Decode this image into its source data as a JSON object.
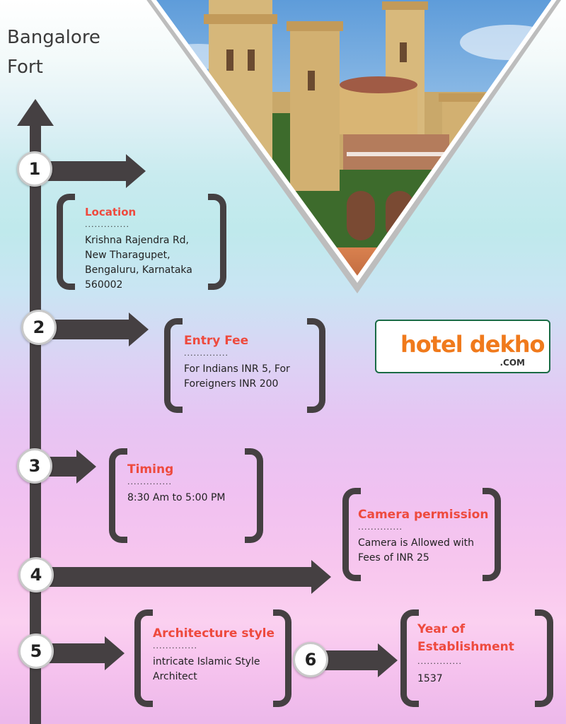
{
  "title": "Bangalore Fort",
  "steps": [
    {
      "num": "1",
      "title": "Location",
      "dots": "..............",
      "text": "Krishna Rajendra Rd, New Tharagupet, Bengaluru, Karnataka 560002"
    },
    {
      "num": "2",
      "title": "Entry Fee",
      "dots": "..............",
      "text": "For Indians INR 5, For Foreigners INR 200"
    },
    {
      "num": "3",
      "title": "Timing",
      "dots": "..............",
      "text": "8:30 Am to 5:00 PM"
    },
    {
      "num": "4",
      "title": "Camera permission",
      "dots": "..............",
      "text": "Camera is Allowed with Fees of INR 25"
    },
    {
      "num": "5",
      "title": "Architecture style",
      "dots": "..............",
      "text": "intricate Islamic Style Architect"
    },
    {
      "num": "6",
      "title": "Year of Establishment",
      "dots": "..............",
      "text": "1537"
    }
  ],
  "logo": {
    "main": "hotel dekho",
    "suffix": ".COM"
  },
  "colors": {
    "accent": "#ee4a3e",
    "dark": "#454042",
    "logo_orange": "#f07a1c",
    "logo_border": "#1a6b45"
  }
}
